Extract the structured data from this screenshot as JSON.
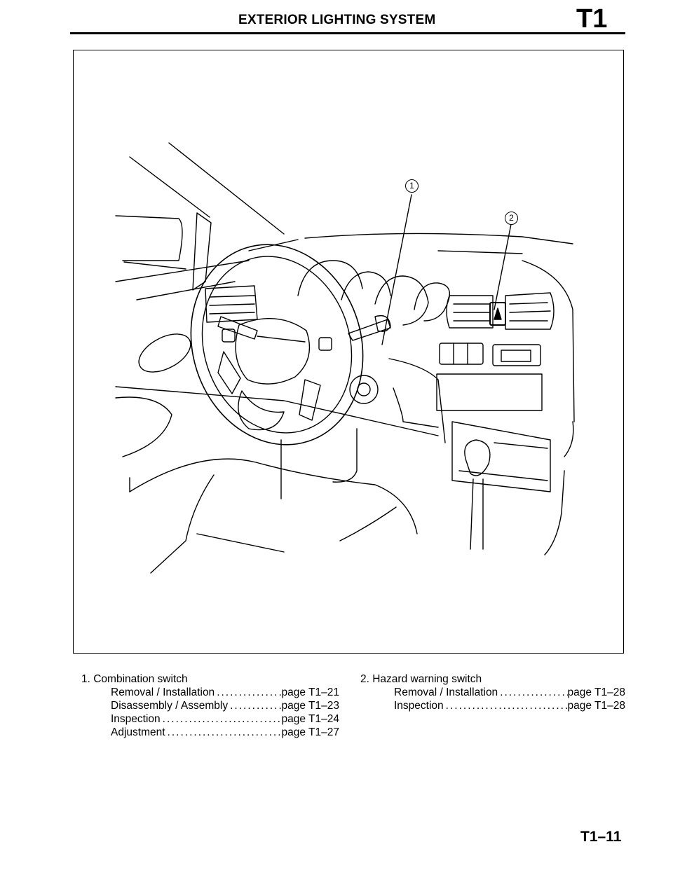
{
  "header": {
    "title": "EXTERIOR LIGHTING SYSTEM",
    "section_code": "T1"
  },
  "figure": {
    "callouts": [
      {
        "label": "1",
        "part": "Combination switch"
      },
      {
        "label": "2",
        "part": "Hazard warning switch"
      }
    ]
  },
  "components": [
    {
      "heading": "1. Combination switch",
      "entries": [
        {
          "label": "Removal / Installation",
          "page": "page T1–21"
        },
        {
          "label": "Disassembly / Assembly",
          "page": "page T1–23"
        },
        {
          "label": "Inspection",
          "page": "page T1–24"
        },
        {
          "label": "Adjustment",
          "page": "page T1–27"
        }
      ]
    },
    {
      "heading": "2. Hazard warning switch",
      "entries": [
        {
          "label": "Removal / Installation",
          "page": "page T1–28"
        },
        {
          "label": "Inspection",
          "page": "page T1–28"
        }
      ]
    }
  ],
  "footer": {
    "page_number": "T1–11"
  }
}
